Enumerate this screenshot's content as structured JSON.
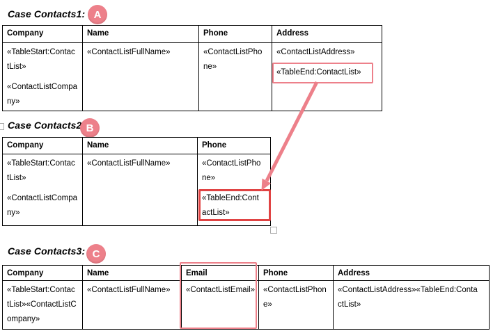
{
  "theme": {
    "salmon": "#ed808a",
    "red": "#e04343",
    "table_border": "#000000",
    "handle_gray": "#a9a9a9",
    "text_color": "#000000",
    "badge_text": "#ffffff"
  },
  "sections": [
    {
      "heading": "Case Contacts1:",
      "badge": "A",
      "table": {
        "headers": [
          "Company",
          "Name",
          "Phone",
          "Address"
        ],
        "cells": [
          {
            "paras": [
              "«TableStart:Contac\ntList»",
              "«ContactListCompa\nny»"
            ]
          },
          {
            "paras": [
              "«ContactListFullName»"
            ]
          },
          {
            "paras": [
              "«ContactListPho\nne»"
            ]
          },
          {
            "paras": [
              "«ContactListAddress»",
              "«TableEnd:ContactList»"
            ]
          }
        ]
      }
    },
    {
      "heading": "Case Contacts2",
      "badge": "B",
      "table": {
        "headers": [
          "Company",
          "Name",
          "Phone"
        ],
        "cells": [
          {
            "paras": [
              "«TableStart:Contac\ntList»",
              "«ContactListCompa\nny»"
            ]
          },
          {
            "paras": [
              "«ContactListFullName»"
            ]
          },
          {
            "paras": [
              "«ContactListPho\nne»",
              "«TableEnd:Cont\nactList»"
            ]
          }
        ]
      }
    },
    {
      "heading": "Case Contacts3:",
      "badge": "C",
      "table": {
        "headers": [
          "Company",
          "Name",
          "Email",
          "Phone",
          "Address"
        ],
        "cells": [
          {
            "paras": [
              "«TableStart:Contac\ntList»«ContactListC\nompany»"
            ]
          },
          {
            "paras": [
              "«ContactListFullName»"
            ]
          },
          {
            "paras": [
              "«ContactListEmail»"
            ]
          },
          {
            "paras": [
              "«ContactListPhon\ne»"
            ]
          },
          {
            "paras": [
              "«ContactListAddress»«TableEnd:Conta\nctList»"
            ]
          }
        ]
      }
    }
  ]
}
